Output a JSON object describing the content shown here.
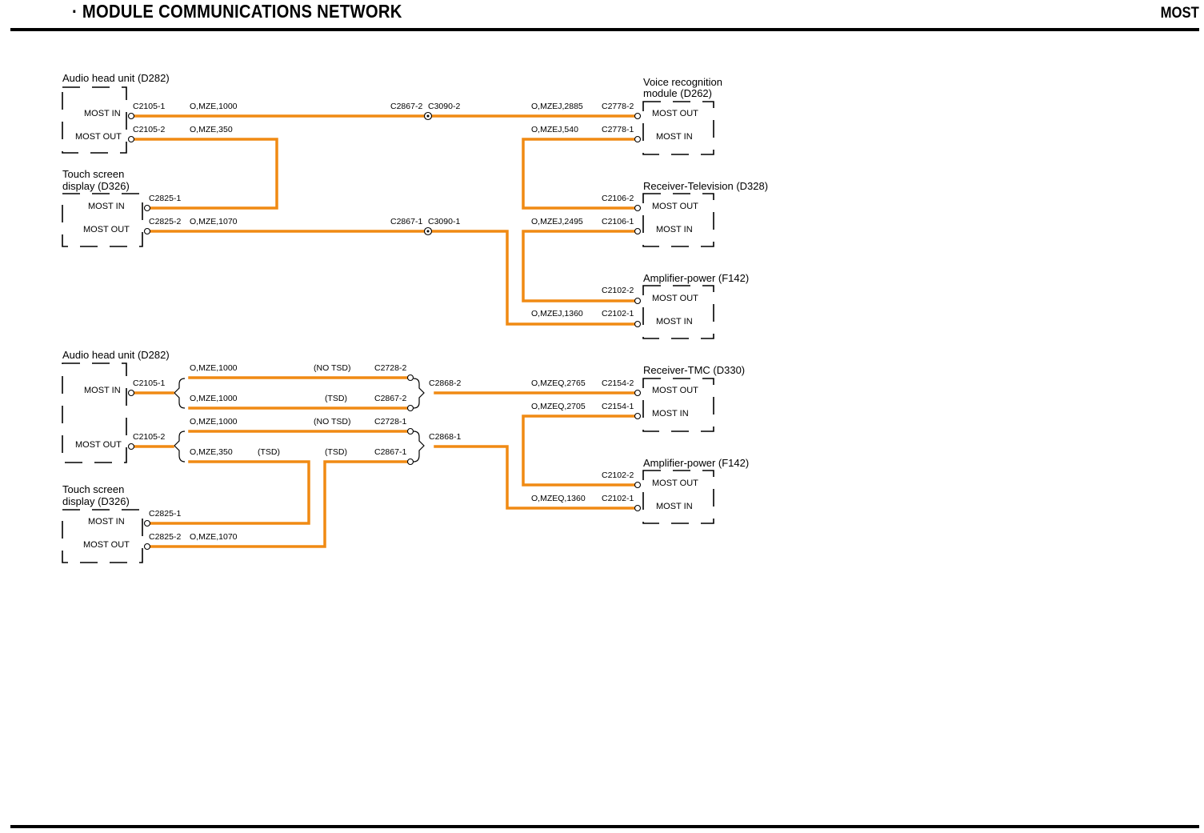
{
  "header": {
    "title": "MODULE COMMUNICATIONS NETWORK",
    "section": "MOST",
    "bullet": "·"
  },
  "pins": {
    "most_in": "MOST IN",
    "most_out": "MOST OUT"
  },
  "diagram1": {
    "modules": {
      "audio_head_unit": "Audio head unit (D282)",
      "touch_screen_l1": "Touch screen",
      "touch_screen_l2": "display (D326)",
      "voice_recognition_l1": "Voice recognition",
      "voice_recognition_l2": "module (D262)",
      "receiver_television": "Receiver-Television (D328)",
      "amplifier_power": "Amplifier-power (F142)"
    },
    "labels": {
      "c2105_1": "C2105-1",
      "c2105_2": "C2105-2",
      "wire_top": "O,MZE,1000",
      "wire_mid": "O,MZE,350",
      "c2825_1": "C2825-1",
      "c2825_2": "C2825-2",
      "wire_low": "O,MZE,1070",
      "c2867_2": "C2867-2",
      "c3090_2": "C3090-2",
      "c2867_1": "C2867-1",
      "c3090_1": "C3090-1",
      "r_wire_1": "O,MZEJ,2885",
      "c2778_2": "C2778-2",
      "r_wire_2": "O,MZEJ,540",
      "c2778_1": "C2778-1",
      "c2106_2": "C2106-2",
      "r_wire_3": "O,MZEJ,2495",
      "c2106_1": "C2106-1",
      "c2102_2": "C2102-2",
      "r_wire_4": "O,MZEJ,1360",
      "c2102_1": "C2102-1"
    }
  },
  "diagram2": {
    "modules": {
      "audio_head_unit": "Audio head unit (D282)",
      "touch_screen_l1": "Touch screen",
      "touch_screen_l2": "display (D326)",
      "receiver_tmc": "Receiver-TMC (D330)",
      "amplifier_power": "Amplifier-power (F142)"
    },
    "labels": {
      "c2105_1": "C2105-1",
      "c2105_2": "C2105-2",
      "w1": "O,MZE,1000",
      "w1_tag": "(NO TSD)",
      "w1_conn": "C2728-2",
      "w2": "O,MZE,1000",
      "w2_tag": "(TSD)",
      "w2_conn": "C2867-2",
      "w3": "O,MZE,1000",
      "w3_tag": "(NO TSD)",
      "w3_conn": "C2728-1",
      "w4": "O,MZE,350",
      "w4_tag_a": "(TSD)",
      "w4_tag_b": "(TSD)",
      "w4_conn": "C2867-1",
      "c2868_2": "C2868-2",
      "c2868_1": "C2868-1",
      "c2825_1": "C2825-1",
      "c2825_2": "C2825-2",
      "w5": "O,MZE,1070",
      "r_wire_1": "O,MZEQ,2765",
      "c2154_2": "C2154-2",
      "r_wire_2": "O,MZEQ,2705",
      "c2154_1": "C2154-1",
      "c2102_2": "C2102-2",
      "r_wire_3": "O,MZEQ,1360",
      "c2102_1": "C2102-1"
    }
  },
  "colors": {
    "wire": "#f08a13",
    "line": "#000000"
  }
}
